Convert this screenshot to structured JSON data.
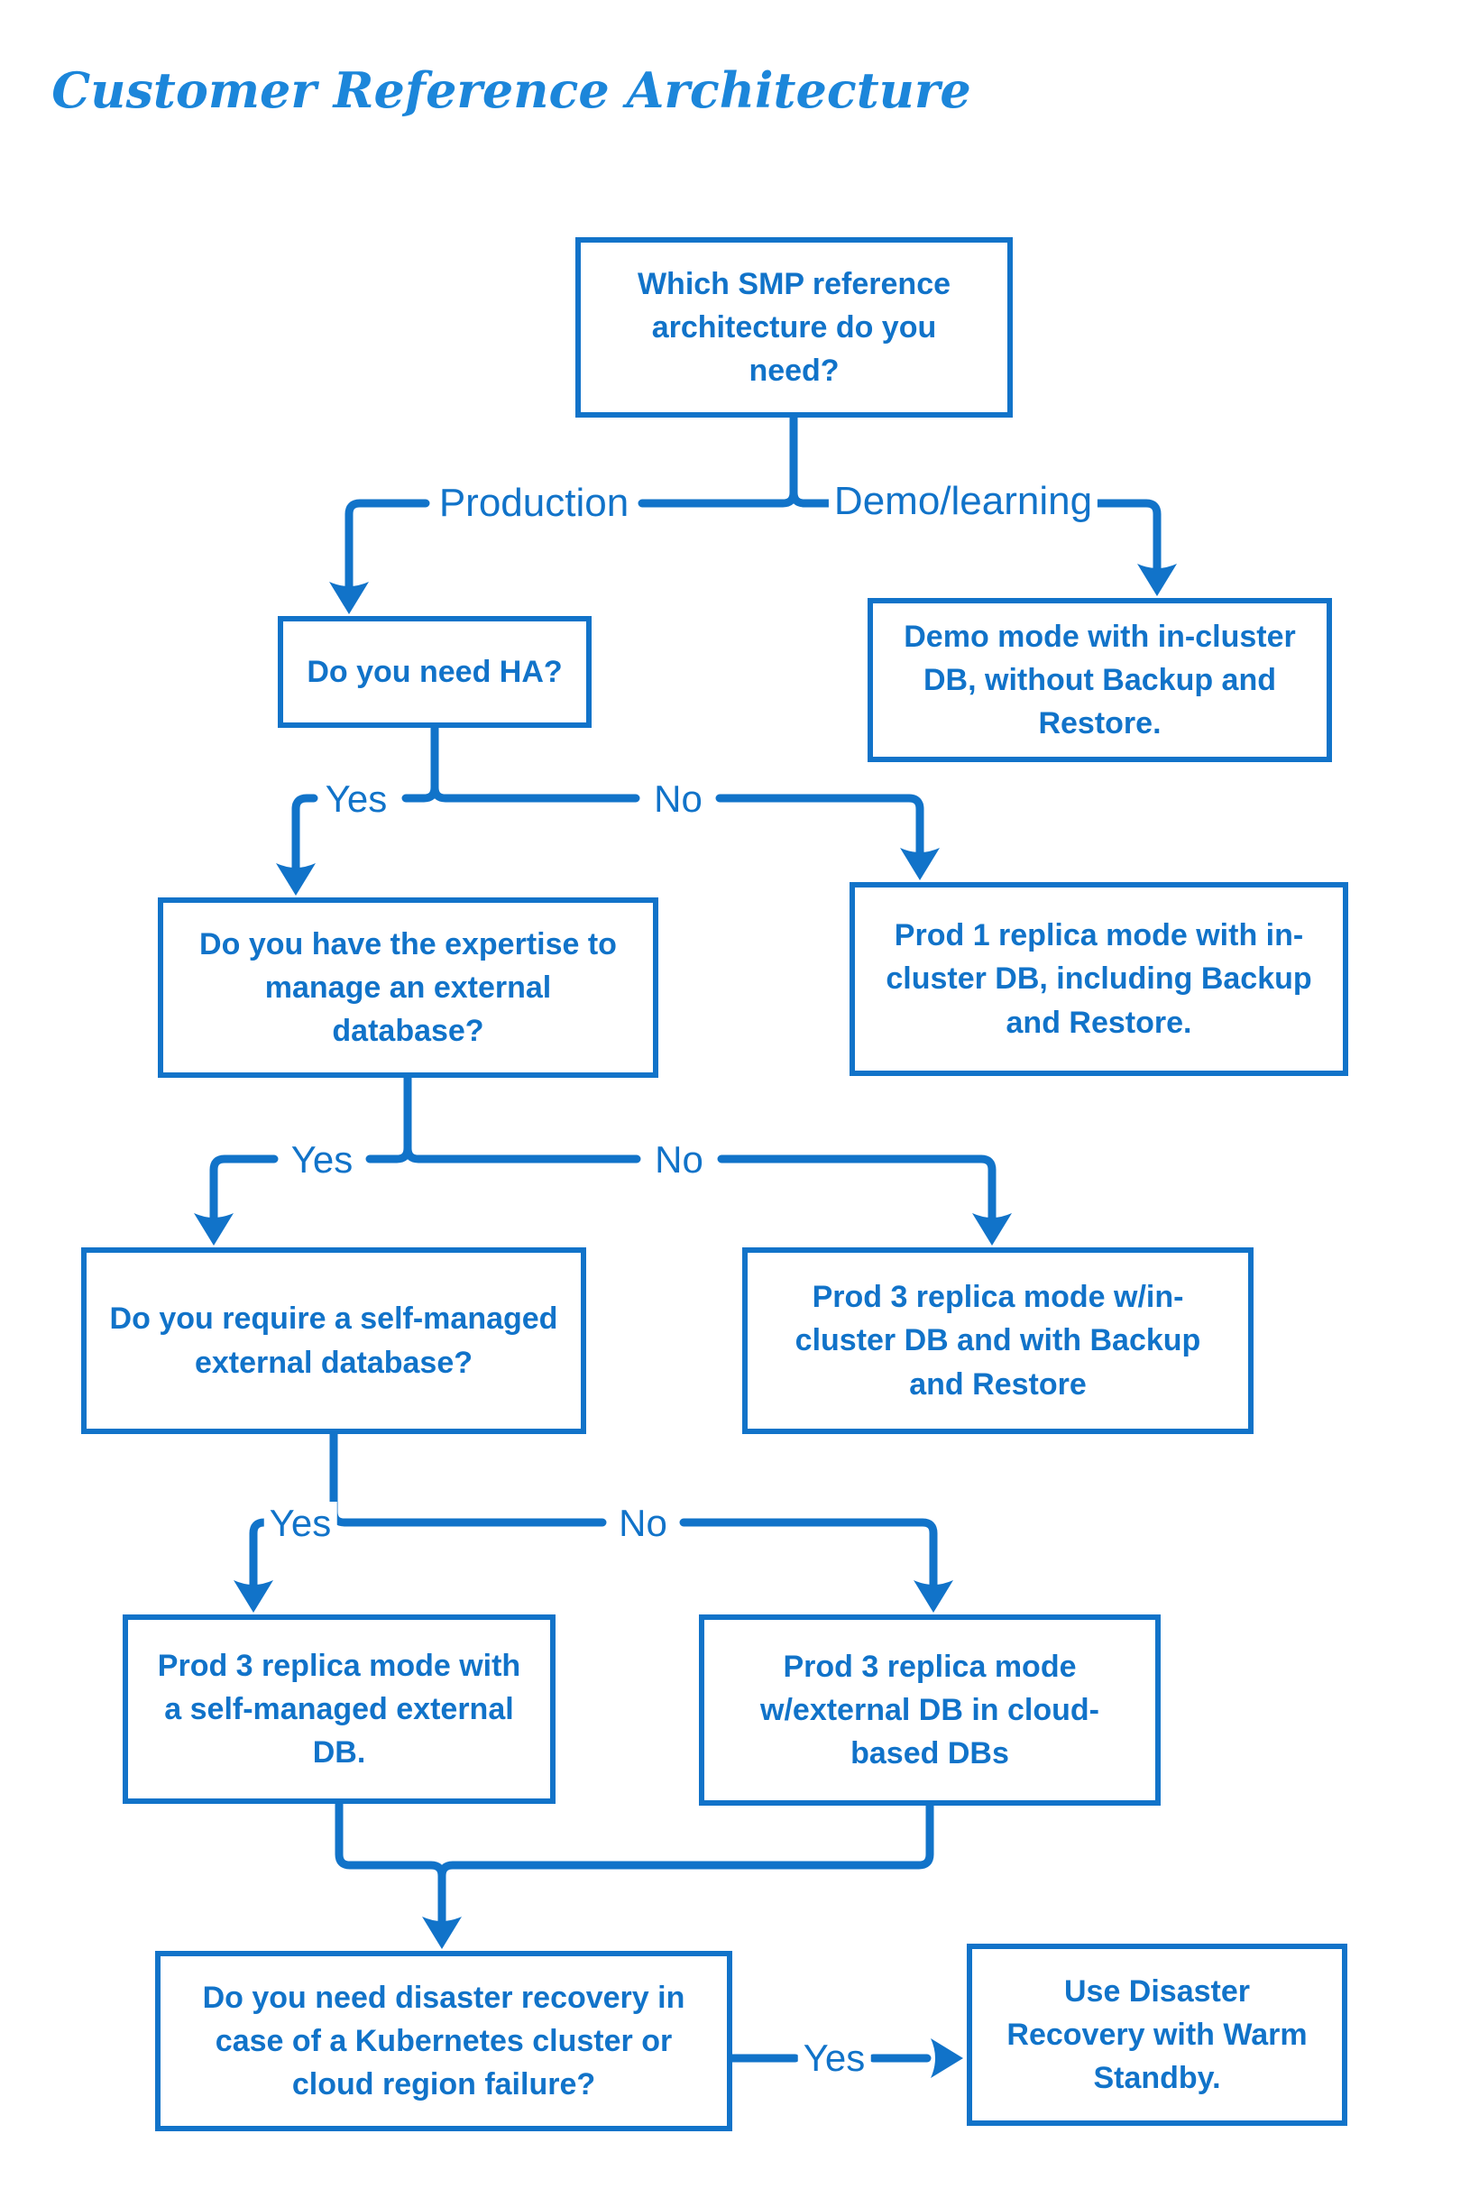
{
  "title": "Customer Reference Architecture",
  "colors": {
    "accent": "#1173C9",
    "title": "#1C86DA"
  },
  "diagram": {
    "nodes": {
      "q1": {
        "text": "Which SMP reference architecture do you need?"
      },
      "demo": {
        "text": "Demo mode with in-cluster DB, without Backup and Restore."
      },
      "ha": {
        "text": "Do you need HA?"
      },
      "q2": {
        "text": "Do you have the expertise to manage an external database?"
      },
      "prod1": {
        "text": "Prod 1 replica mode with in-cluster DB, including Backup and Restore."
      },
      "q3": {
        "text": "Do you require a self-managed external database?"
      },
      "prod3_incluster": {
        "text": "Prod 3 replica mode w/in-cluster DB and with Backup and Restore"
      },
      "prod3_self": {
        "text": "Prod 3 replica mode with a self-managed external DB."
      },
      "prod3_cloud": {
        "text": "Prod 3 replica mode w/external DB in cloud-based DBs"
      },
      "dr": {
        "text": "Do you need disaster recovery in case of a Kubernetes cluster or cloud region failure?"
      },
      "warm": {
        "text": "Use Disaster Recovery with Warm Standby."
      }
    },
    "edge_labels": {
      "production": "Production",
      "demo_learning": "Demo/learning",
      "ha_yes": "Yes",
      "ha_no": "No",
      "expertise_yes": "Yes",
      "expertise_no": "No",
      "self_managed_yes": "Yes",
      "self_managed_no": "No",
      "dr_yes": "Yes"
    }
  }
}
